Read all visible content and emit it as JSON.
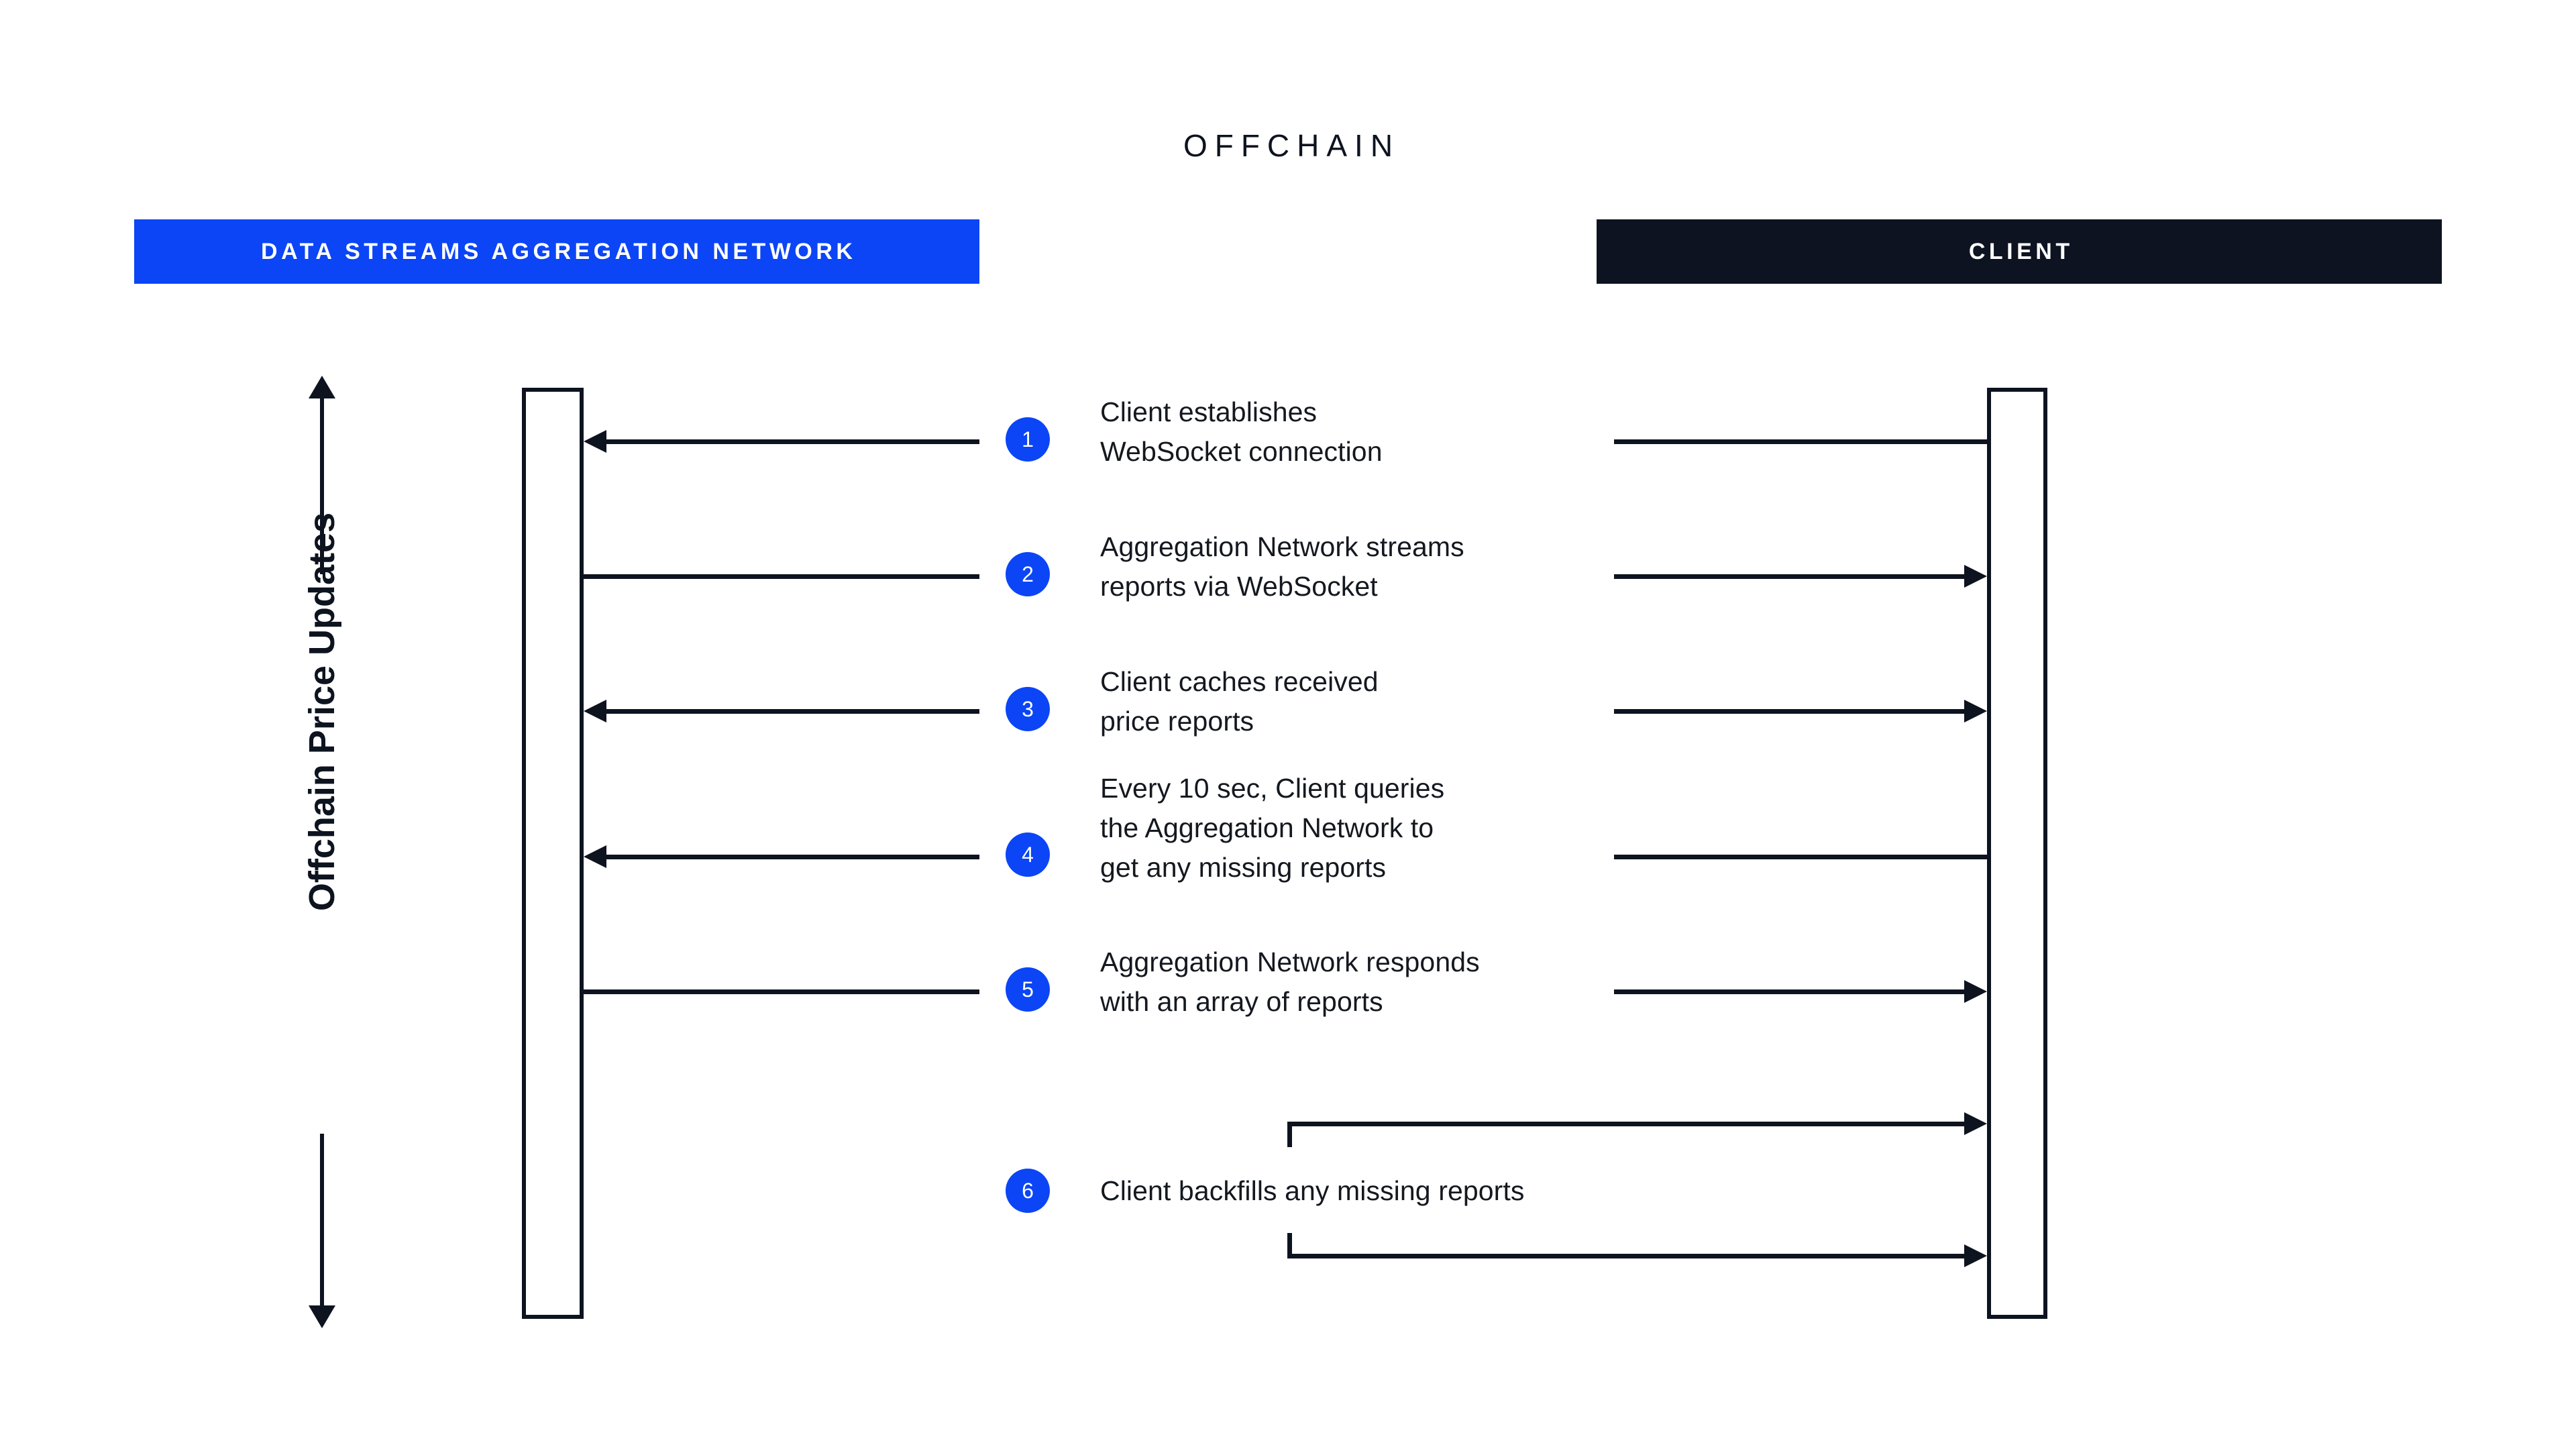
{
  "diagram": {
    "title": "OFFCHAIN",
    "vertical_axis_label": "Offchain Price Updates",
    "lanes": [
      {
        "id": "aggregation-network",
        "label": "DATA STREAMS AGGREGATION NETWORK",
        "color": "#0b45f5"
      },
      {
        "id": "client",
        "label": "CLIENT",
        "color": "#0d1320"
      }
    ],
    "accent_color": "#0b45f5",
    "line_color": "#0d131f",
    "steps": [
      {
        "number": "1",
        "text": "Client establishes\nWebSocket connection",
        "left_arrow": "left",
        "right_arrow": "none"
      },
      {
        "number": "2",
        "text": "Aggregation Network streams\nreports via WebSocket",
        "left_arrow": "none",
        "right_arrow": "right"
      },
      {
        "number": "3",
        "text": "Client caches received\nprice reports",
        "left_arrow": "left",
        "right_arrow": "right"
      },
      {
        "number": "4",
        "text": "Every 10 sec, Client queries\nthe Aggregation Network to\nget any missing reports",
        "left_arrow": "left",
        "right_arrow": "none"
      },
      {
        "number": "5",
        "text": "Aggregation Network responds\nwith an array of reports",
        "left_arrow": "none",
        "right_arrow": "right"
      },
      {
        "number": "6",
        "text": "Client backfills any missing reports",
        "left_arrow": "none",
        "right_arrow": "self-loop"
      }
    ]
  }
}
